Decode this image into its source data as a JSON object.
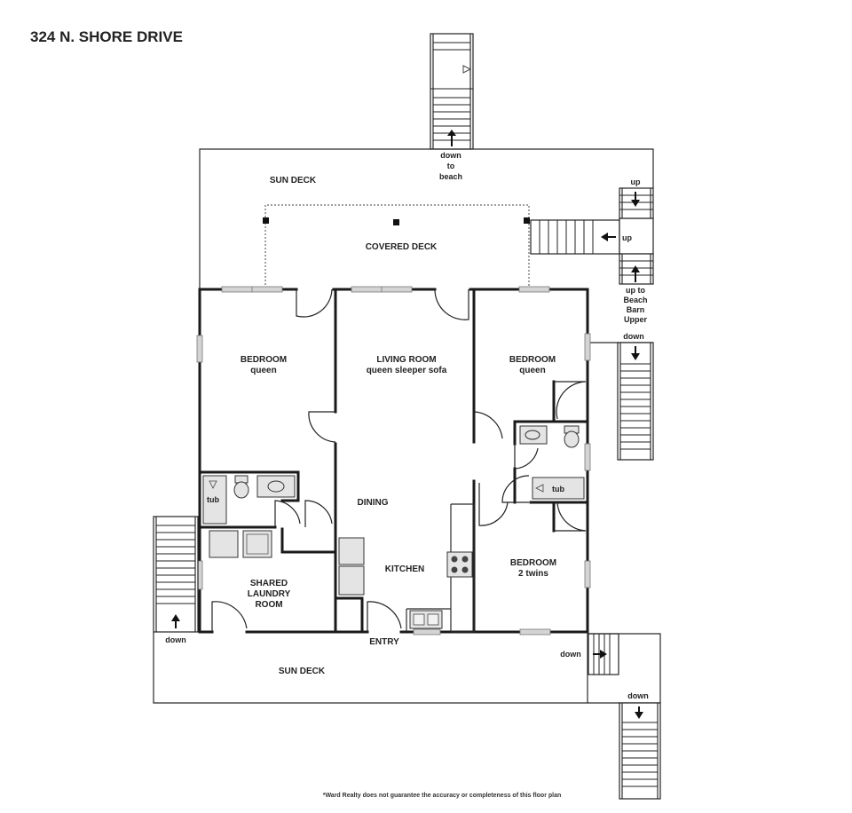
{
  "title": "324 N. SHORE DRIVE",
  "disclaimer": "*Ward Realty does not guarantee the accuracy or completeness of this floor plan",
  "rooms": {
    "sun_deck_top": "SUN DECK",
    "covered_deck": "COVERED DECK",
    "bedroom_left": {
      "name": "BEDROOM",
      "bed": "queen"
    },
    "living_room": {
      "name": "LIVING ROOM",
      "bed": "queen sleeper sofa"
    },
    "bedroom_right": {
      "name": "BEDROOM",
      "bed": "queen"
    },
    "dining": "DINING",
    "kitchen": "KITCHEN",
    "bedroom_twins": {
      "name": "BEDROOM",
      "bed": "2 twins"
    },
    "laundry": {
      "line1": "SHARED",
      "line2": "LAUNDRY",
      "line3": "ROOM"
    },
    "entry": "ENTRY",
    "sun_deck_bottom": "SUN DECK"
  },
  "fixtures": {
    "tub_left": "tub",
    "tub_right": "tub"
  },
  "stairs": {
    "top_beach": {
      "line1": "down",
      "line2": "to",
      "line3": "beach"
    },
    "right_up_top": "up",
    "right_up_mid": "up",
    "right_upper": {
      "line1": "up to",
      "line2": "Beach",
      "line3": "Barn",
      "line4": "Upper"
    },
    "right_down": "down",
    "left_down": "down",
    "bottom_down": "down",
    "far_bottom_down": "down"
  }
}
